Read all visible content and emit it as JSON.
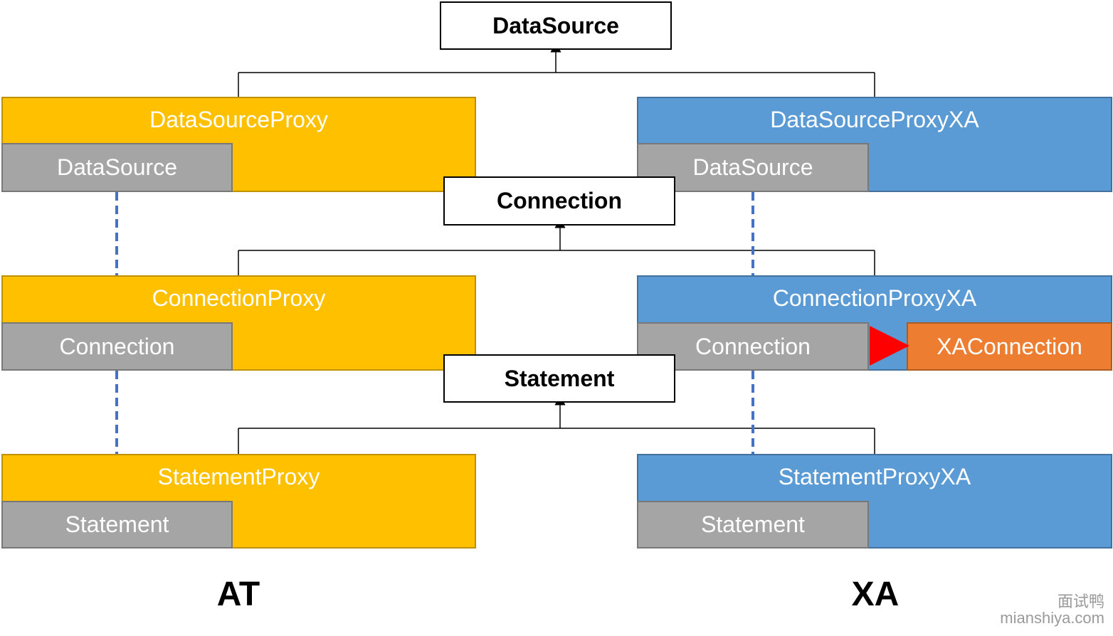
{
  "interfaces": {
    "datasource": "DataSource",
    "connection": "Connection",
    "statement": "Statement"
  },
  "at": {
    "datasource_proxy": "DataSourceProxy",
    "datasource_inner": "DataSource",
    "connection_proxy": "ConnectionProxy",
    "connection_inner": "Connection",
    "statement_proxy": "StatementProxy",
    "statement_inner": "Statement",
    "label": "AT"
  },
  "xa": {
    "datasource_proxy": "DataSourceProxyXA",
    "datasource_inner": "DataSource",
    "connection_proxy": "ConnectionProxyXA",
    "connection_inner": "Connection",
    "xa_connection": "XAConnection",
    "statement_proxy": "StatementProxyXA",
    "statement_inner": "Statement",
    "label": "XA"
  },
  "watermark": {
    "cn": "面试鸭",
    "domain": "mianshiya.com"
  },
  "colors": {
    "at_fill": "#FFC000",
    "xa_fill": "#5B9BD5",
    "inner_fill": "#A5A5A5",
    "xa_connection_fill": "#ED7D31",
    "dashed_arrow": "#4472C4",
    "red_arrow": "#FF0000"
  }
}
